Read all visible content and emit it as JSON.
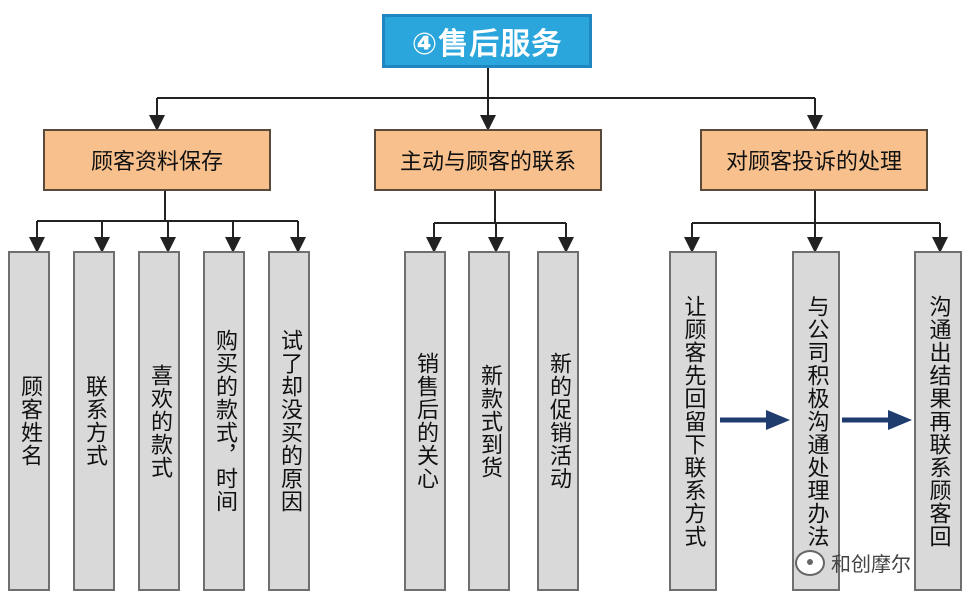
{
  "title": "④售后服务",
  "colors": {
    "title_bg": "#2aa6dd",
    "category_bg": "#f7c08d",
    "leaf_bg": "#d9d9d9",
    "arrow": "#1f3c6e"
  },
  "categories": [
    {
      "label": "顾客资料保存",
      "items": [
        "顾客姓名",
        "联系方式",
        "喜欢的款式",
        "购买的款式，时间",
        "试了却没买的原因"
      ]
    },
    {
      "label": "主动与顾客的联系",
      "items": [
        "销售后的关心",
        "新款式到货",
        "新的促销活动"
      ]
    },
    {
      "label": "对顾客投诉的处理",
      "items": [
        "让顾客先回留下联系方式",
        "与公司积极沟通处理办法",
        "沟通出结果再联系顾客回"
      ]
    }
  ],
  "watermark": "和创摩尔"
}
